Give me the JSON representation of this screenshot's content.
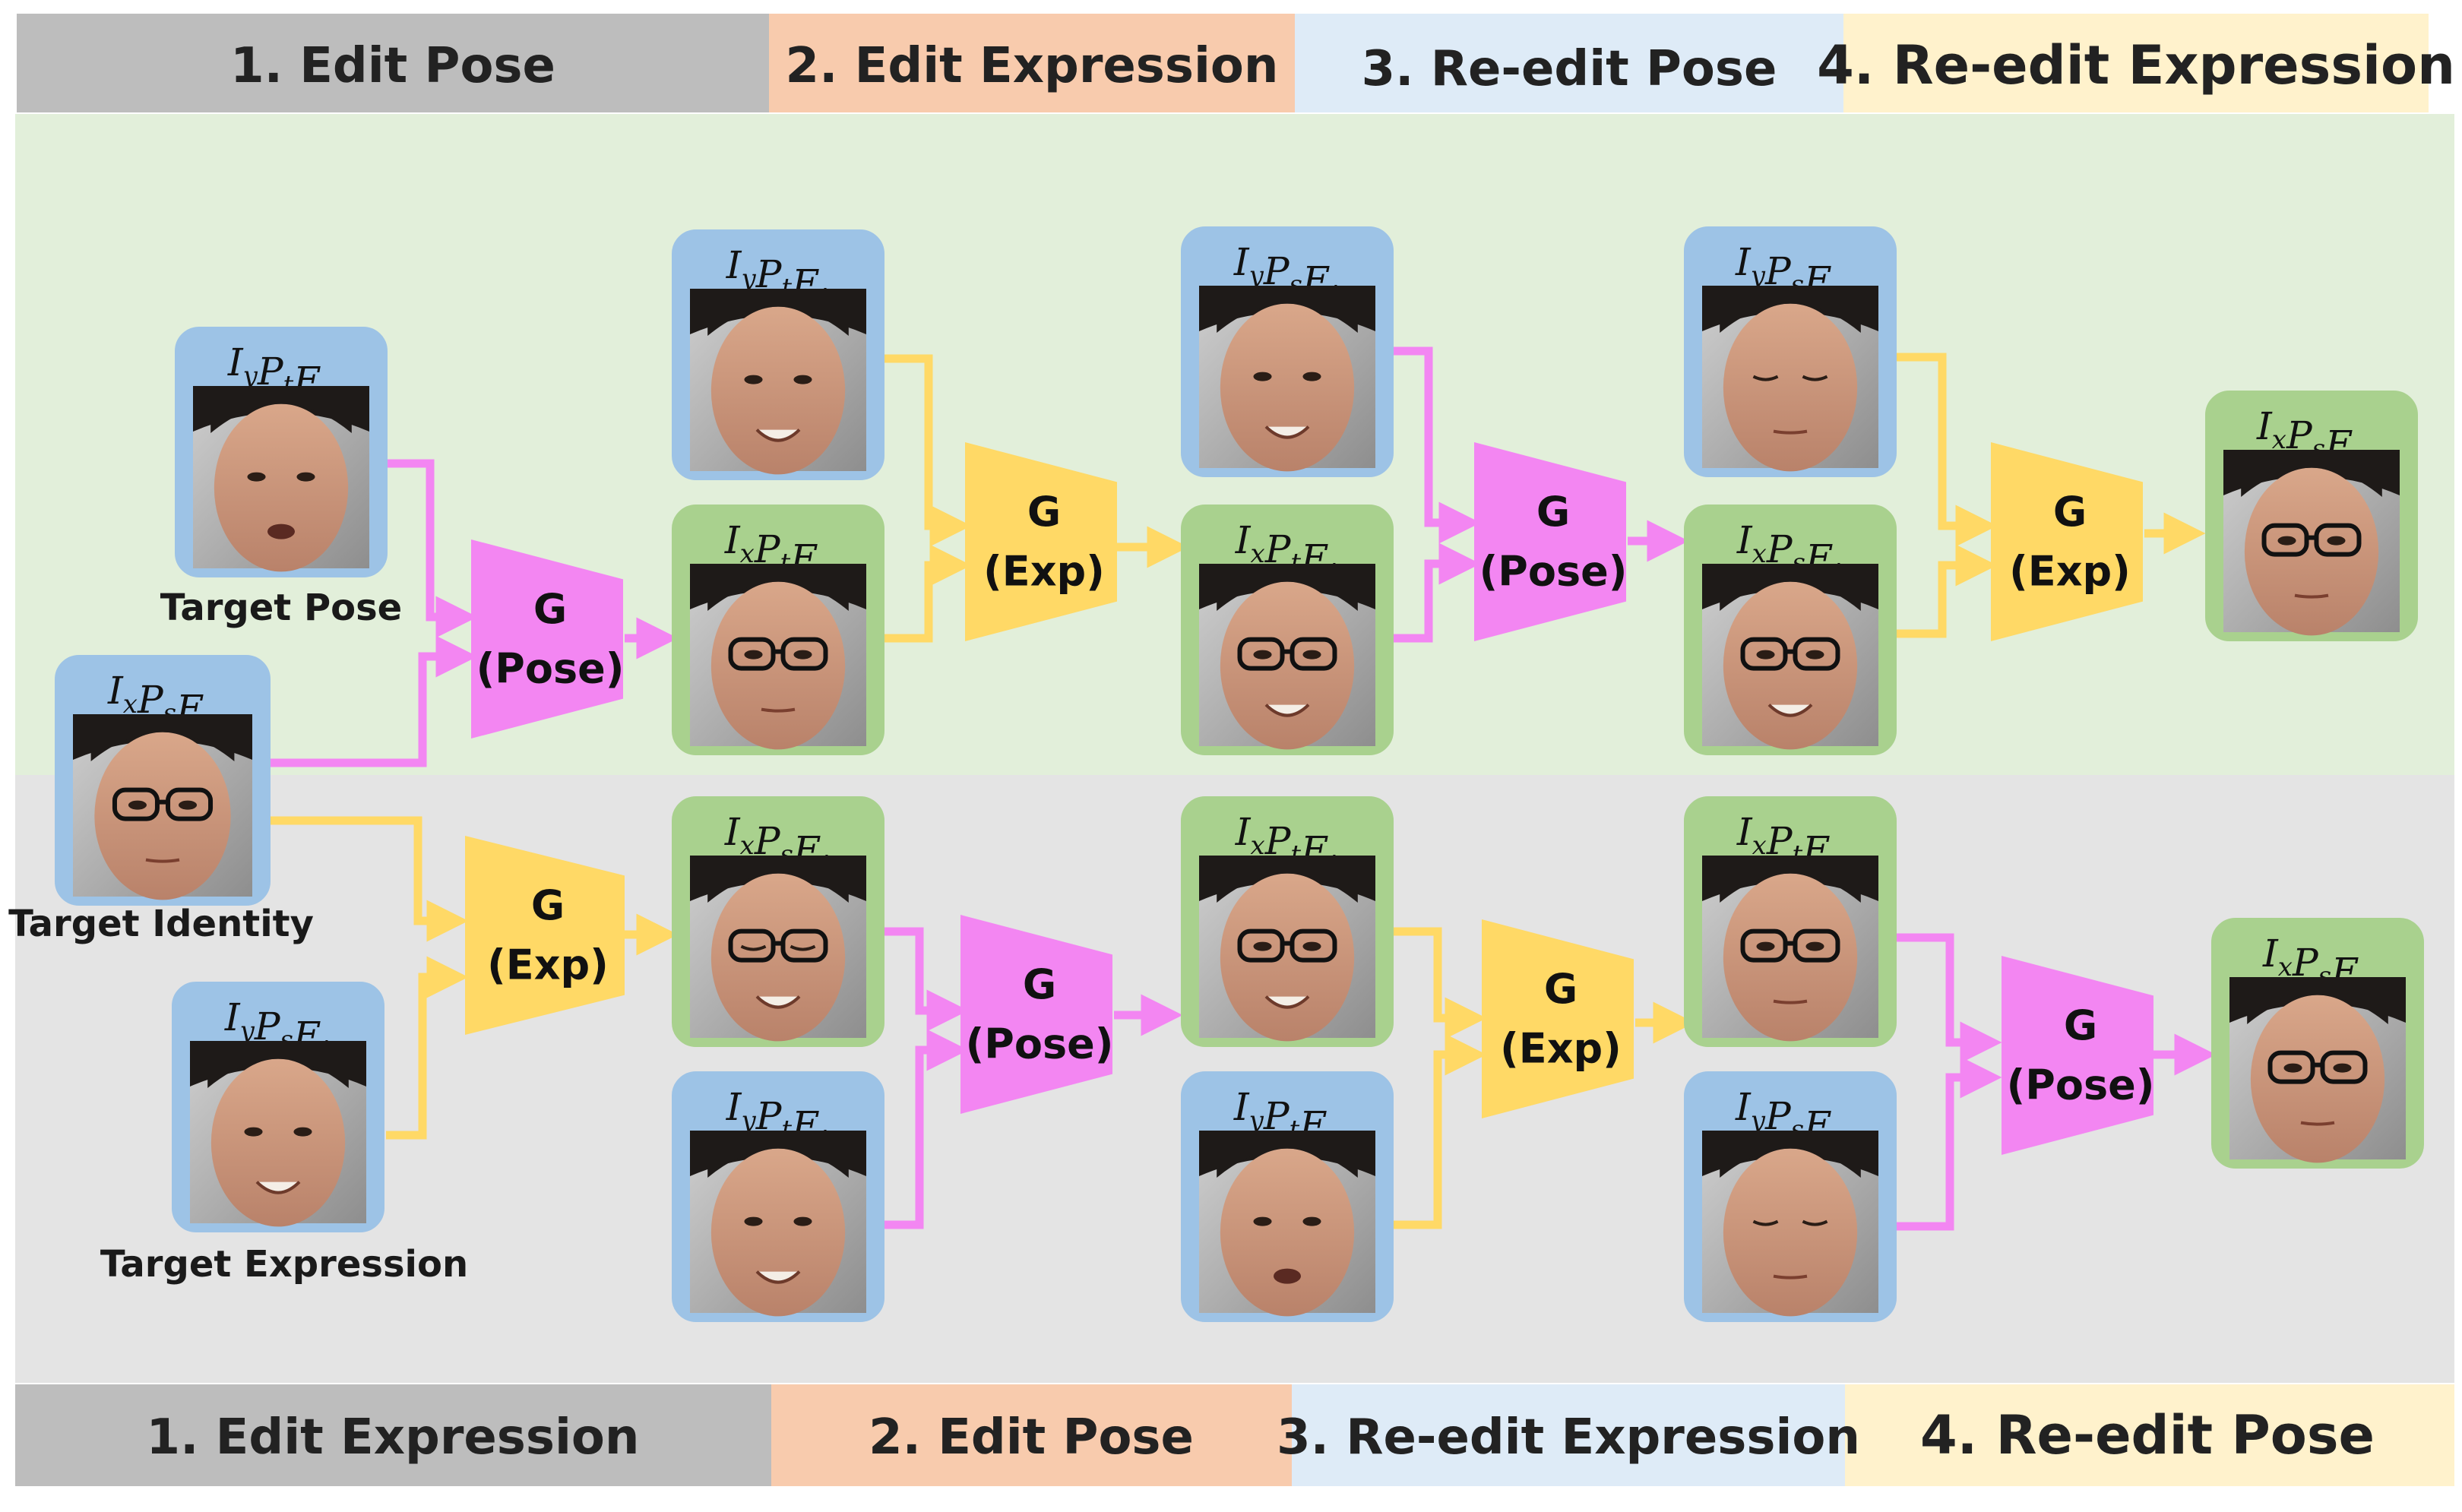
{
  "colors": {
    "identity_box": "#9dc3e6",
    "result_box": "#a9d18e",
    "pose_generator": "#f386f2",
    "exp_generator": "#ffd966",
    "top_band": "#e2efda",
    "bottom_band": "#e4e4e4",
    "header_1": "#bdbdbd",
    "header_2": "#f8cbad",
    "header_3": "#deebf7",
    "header_4": "#fff2cc"
  },
  "top_headers": [
    "1. Edit Pose",
    "2. Edit Expression",
    "3. Re-edit Pose",
    "4. Re-edit Expression"
  ],
  "bottom_headers": [
    "1. Edit Expression",
    "2. Edit Pose",
    "3. Re-edit Expression",
    "4. Re-edit Pose"
  ],
  "input_labels": {
    "target_pose": "Target Pose",
    "target_identity": "Target Identity",
    "target_expression": "Target Expression"
  },
  "generators": {
    "g": "G",
    "pose": "(Pose)",
    "exp": "(Exp)"
  },
  "tags": {
    "target_pose": {
      "I": "y",
      "P": "t",
      "E": "s"
    },
    "target_identity": {
      "I": "x",
      "P": "s",
      "E": "s"
    },
    "target_expression": {
      "I": "y",
      "P": "s",
      "E": "t"
    },
    "top_ref1": {
      "I": "y",
      "P": "t",
      "E": "t"
    },
    "top_out1": {
      "I": "x",
      "P": "t",
      "E": "s"
    },
    "top_ref2": {
      "I": "y",
      "P": "s",
      "E": "t"
    },
    "top_out2": {
      "I": "x",
      "P": "t",
      "E": "t"
    },
    "top_ref3": {
      "I": "y",
      "P": "s",
      "E": "s"
    },
    "top_out3": {
      "I": "x",
      "P": "s",
      "E": "t"
    },
    "top_final": {
      "I": "x",
      "P": "s",
      "E": "s"
    },
    "bot_out1": {
      "I": "x",
      "P": "s",
      "E": "t"
    },
    "bot_ref1": {
      "I": "y",
      "P": "t",
      "E": "t"
    },
    "bot_out2": {
      "I": "x",
      "P": "t",
      "E": "t"
    },
    "bot_ref2": {
      "I": "y",
      "P": "t",
      "E": "s"
    },
    "bot_out3": {
      "I": "x",
      "P": "t",
      "E": "s"
    },
    "bot_ref3": {
      "I": "y",
      "P": "s",
      "E": "s"
    },
    "bot_final": {
      "I": "x",
      "P": "s",
      "E": "s"
    }
  }
}
